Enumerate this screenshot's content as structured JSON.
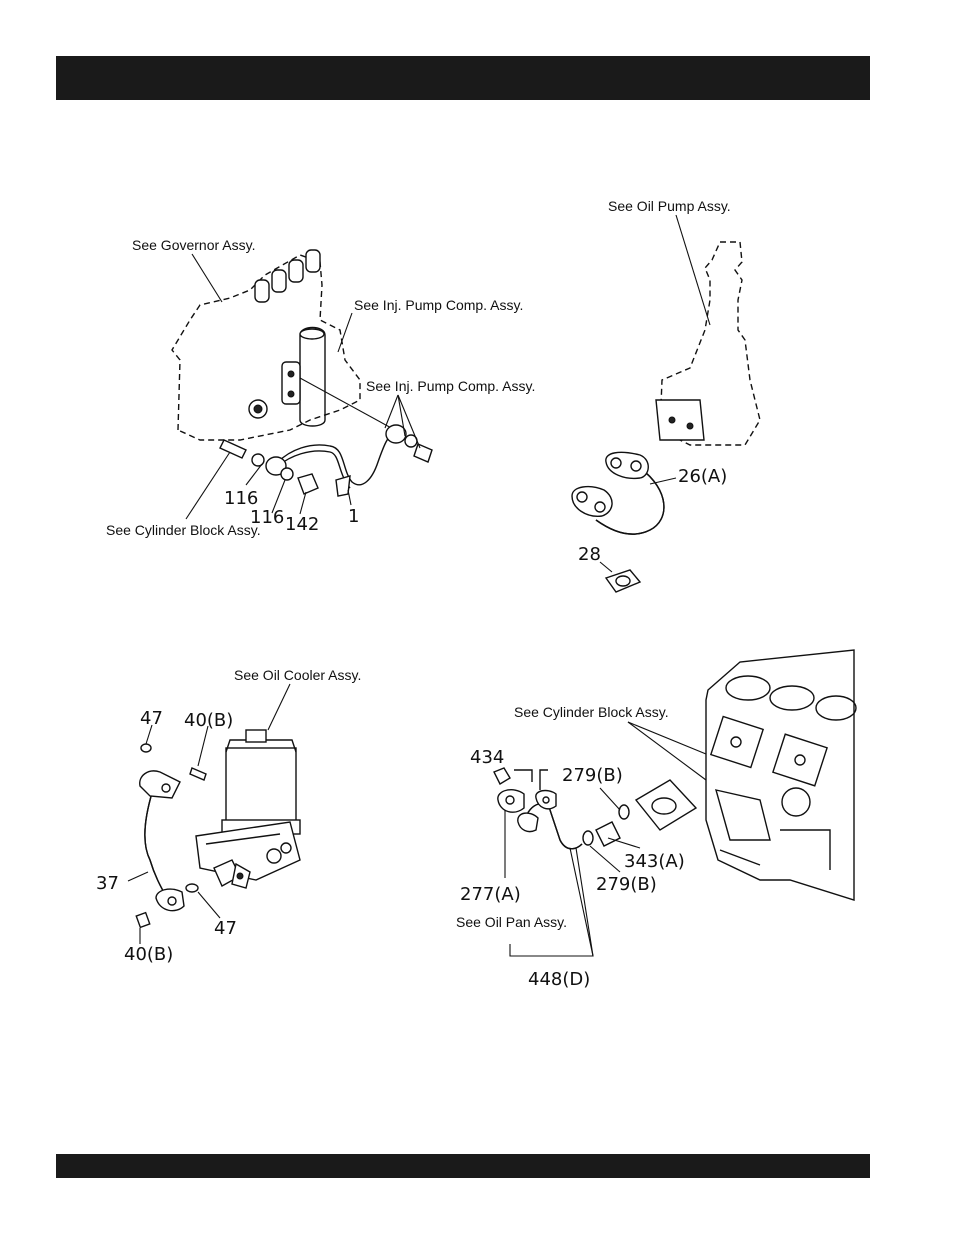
{
  "notes": {
    "governor": "See Governor Assy.",
    "inj_pump_1": "See Inj. Pump Comp. Assy.",
    "inj_pump_2": "See Inj. Pump Comp. Assy.",
    "cyl_block_1": "See Cylinder Block Assy.",
    "oil_pump": "See Oil Pump Assy.",
    "oil_cooler": "See Oil Cooler Assy.",
    "cyl_block_2": "See Cylinder Block Assy.",
    "oil_pan": "See Oil Pan Assy."
  },
  "parts": {
    "p116a": "116",
    "p116b": "116",
    "p142": "142",
    "p1": "1",
    "p26a": "26(A)",
    "p28": "28",
    "p47a": "47",
    "p40ba": "40(B)",
    "p37": "37",
    "p40bb": "40(B)",
    "p47b": "47",
    "p434": "434",
    "p279ba": "279(B)",
    "p343a": "343(A)",
    "p279bb": "279(B)",
    "p277a": "277(A)",
    "p448d": "448(D)"
  }
}
